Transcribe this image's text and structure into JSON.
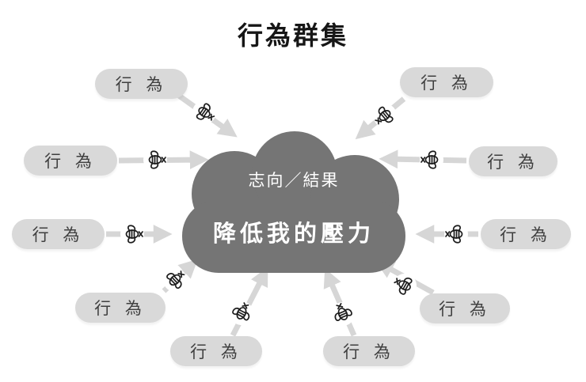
{
  "title": "行為群集",
  "cloud": {
    "label_top": "志向／結果",
    "label_main": "降低我的壓力"
  },
  "pills": [
    {
      "id": "top-left",
      "label": "行 為"
    },
    {
      "id": "left-upper",
      "label": "行 為"
    },
    {
      "id": "left-lower",
      "label": "行 為"
    },
    {
      "id": "bottom-left",
      "label": "行 為"
    },
    {
      "id": "bottom-center-left",
      "label": "行 為"
    },
    {
      "id": "bottom-center-right",
      "label": "行 為"
    },
    {
      "id": "bottom-right",
      "label": "行 為"
    },
    {
      "id": "right-lower",
      "label": "行 為"
    },
    {
      "id": "right-upper",
      "label": "行 為"
    },
    {
      "id": "top-right",
      "label": "行 為"
    }
  ],
  "icons": {
    "arrow_decoration": "fly-scribble-icon"
  },
  "colors": {
    "cloud": "#757575",
    "cloud_text": "#ffffff",
    "pill_bg": "#d9d9d9",
    "pill_text": "#3f3f3f",
    "arrow": "#d6d6d6",
    "title_text": "#161616",
    "fly": "#1c1c1c",
    "background": "#ffffff"
  }
}
